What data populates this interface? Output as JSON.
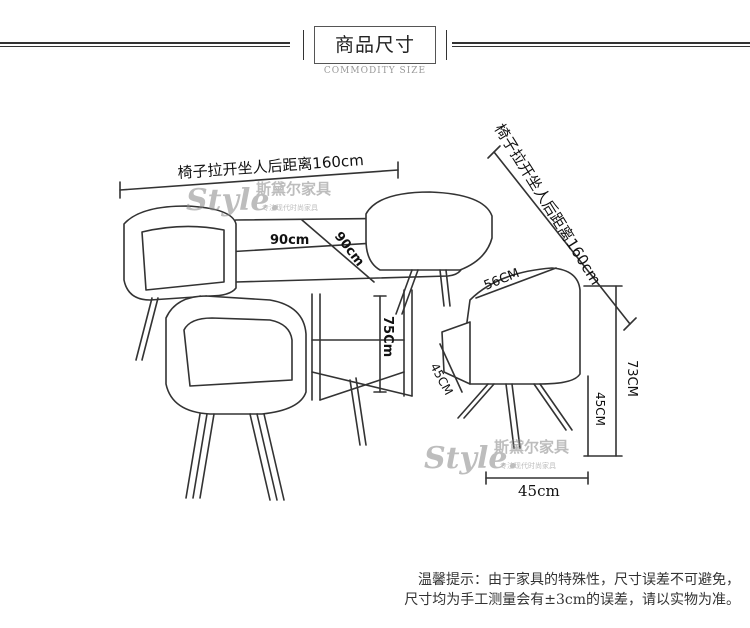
{
  "header": {
    "title": "商品尺寸",
    "subtitle": "COMMODITY SIZE"
  },
  "diagram": {
    "width_label": "椅子拉开坐人后距离160cm",
    "diag_label": "椅子拉开坐人后距离160cm",
    "table_w": "90cm",
    "table_d": "90cm",
    "table_h": "75Cm",
    "chair_depth": "56CM",
    "chair_height": "73CM",
    "seat_height": "45CM",
    "seat_depth": "45CM",
    "chair_width": "45cm",
    "brand_script": "Style.",
    "brand_name": "斯黛尔家具",
    "brand_slogan": "专注现代时尚家具"
  },
  "notice": {
    "line1": "温馨提示：由于家具的特殊性，尺寸误差不可避免，",
    "line2": "尺寸均为手工测量会有±3cm的误差，请以实物为准。"
  }
}
